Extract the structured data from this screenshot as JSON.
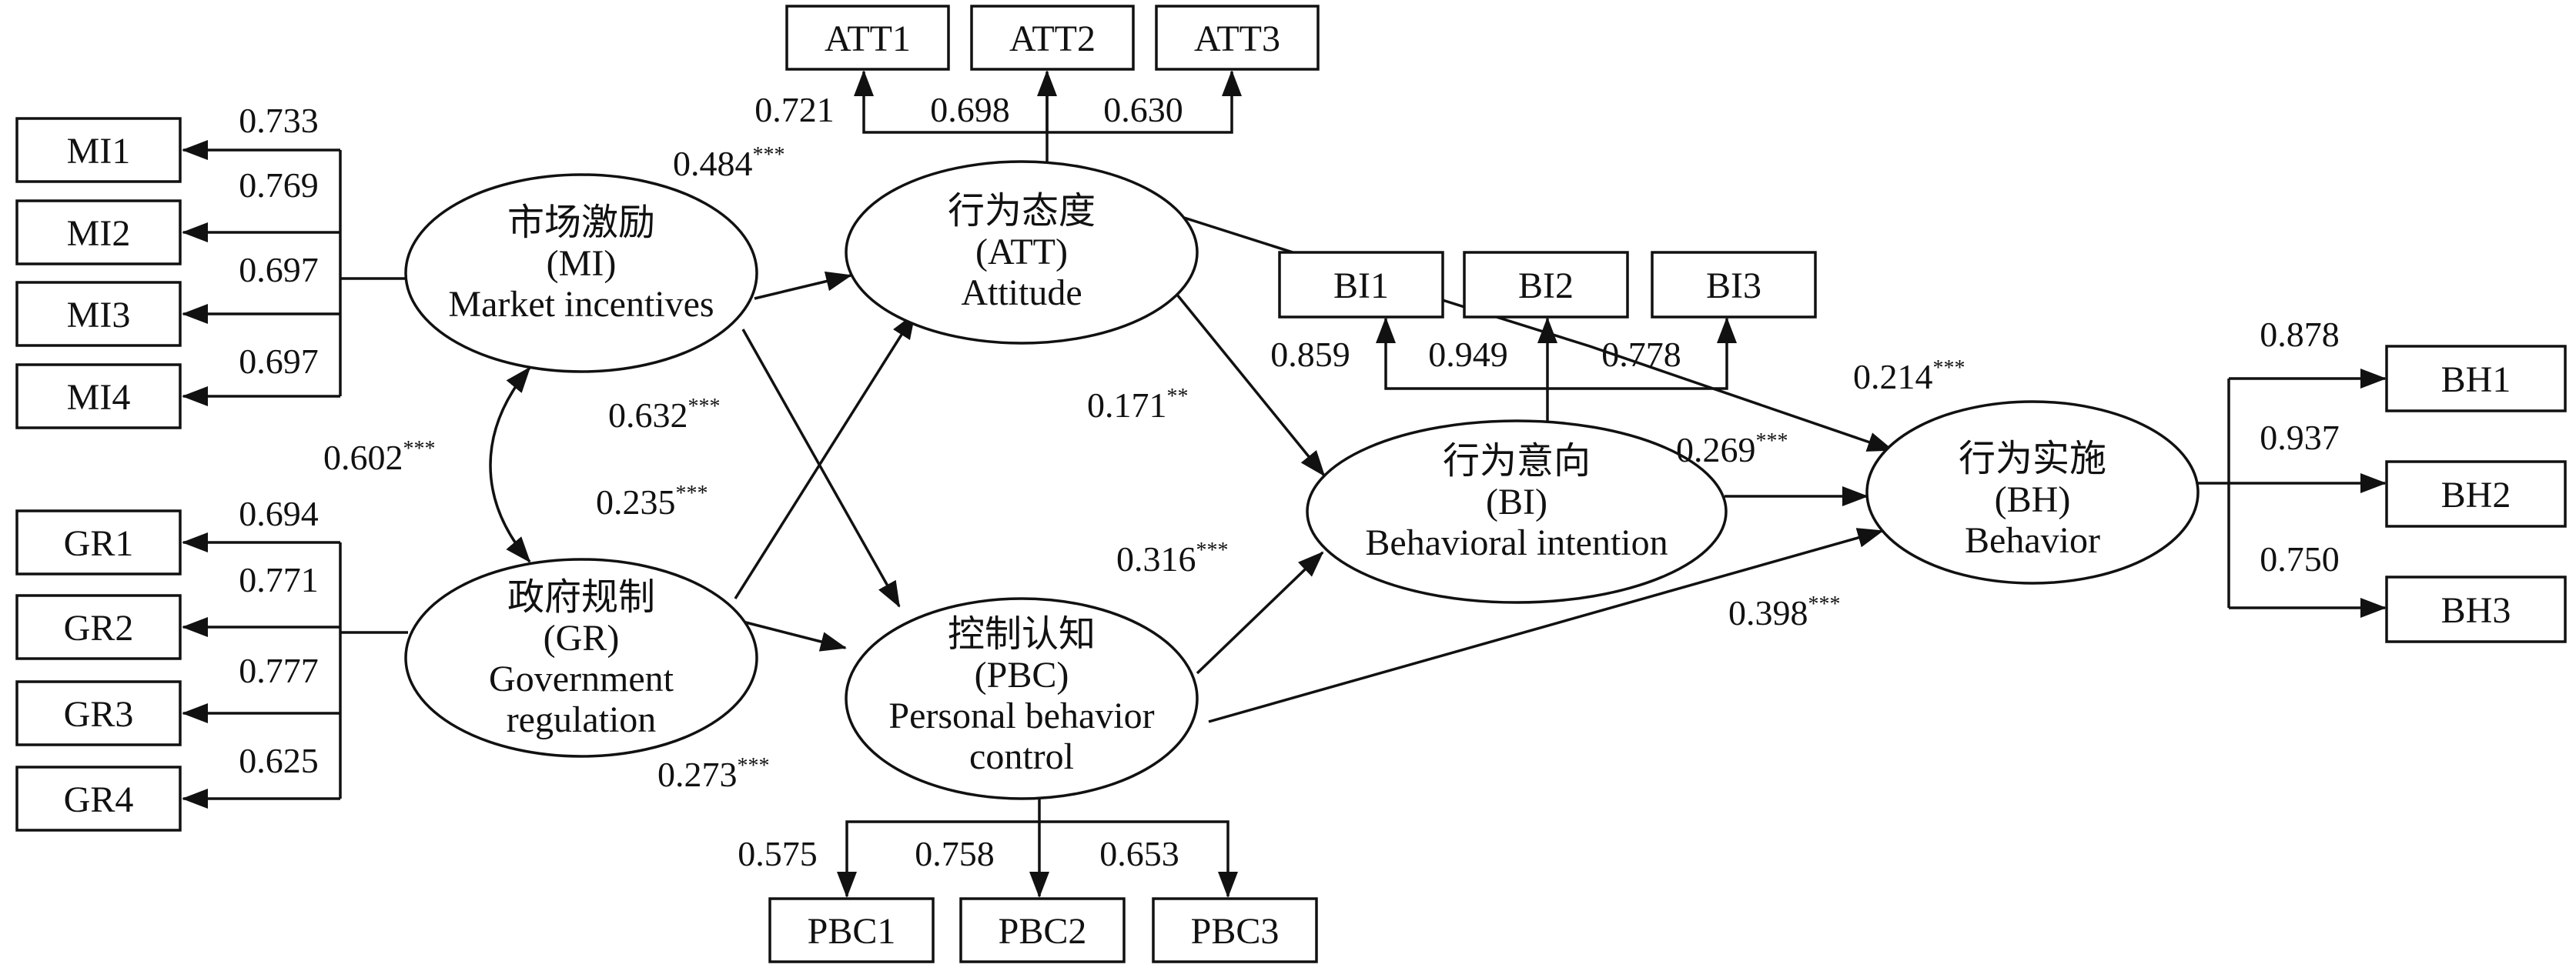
{
  "constructs": {
    "MI": {
      "zh": "市场激励",
      "abbr": "(MI)",
      "en": [
        "Market incentives"
      ]
    },
    "GR": {
      "zh": "政府规制",
      "abbr": "(GR)",
      "en": [
        "Government",
        "regulation"
      ]
    },
    "ATT": {
      "zh": "行为态度",
      "abbr": "(ATT)",
      "en": [
        "Attitude"
      ]
    },
    "PBC": {
      "zh": "控制认知",
      "abbr": "(PBC)",
      "en": [
        "Personal behavior",
        "control"
      ]
    },
    "BI": {
      "zh": "行为意向",
      "abbr": "(BI)",
      "en": [
        "Behavioral intention"
      ]
    },
    "BH": {
      "zh": "行为实施",
      "abbr": "(BH)",
      "en": [
        "Behavior"
      ]
    }
  },
  "indicators": {
    "MI": [
      {
        "label": "MI1",
        "loading": "0.733"
      },
      {
        "label": "MI2",
        "loading": "0.769"
      },
      {
        "label": "MI3",
        "loading": "0.697"
      },
      {
        "label": "MI4",
        "loading": "0.697"
      }
    ],
    "GR": [
      {
        "label": "GR1",
        "loading": "0.694"
      },
      {
        "label": "GR2",
        "loading": "0.771"
      },
      {
        "label": "GR3",
        "loading": "0.777"
      },
      {
        "label": "GR4",
        "loading": "0.625"
      }
    ],
    "ATT": [
      {
        "label": "ATT1",
        "loading": "0.721"
      },
      {
        "label": "ATT2",
        "loading": "0.698"
      },
      {
        "label": "ATT3",
        "loading": "0.630"
      }
    ],
    "PBC": [
      {
        "label": "PBC1",
        "loading": "0.575"
      },
      {
        "label": "PBC2",
        "loading": "0.758"
      },
      {
        "label": "PBC3",
        "loading": "0.653"
      }
    ],
    "BI": [
      {
        "label": "BI1",
        "loading": "0.859"
      },
      {
        "label": "BI2",
        "loading": "0.949"
      },
      {
        "label": "BI3",
        "loading": "0.778"
      }
    ],
    "BH": [
      {
        "label": "BH1",
        "loading": "0.878"
      },
      {
        "label": "BH2",
        "loading": "0.937"
      },
      {
        "label": "BH3",
        "loading": "0.750"
      }
    ]
  },
  "paths": [
    {
      "from": "MI",
      "to": "ATT",
      "coef": "0.484",
      "sig": "***"
    },
    {
      "from": "MI",
      "to": "PBC",
      "coef": "0.632",
      "sig": "***"
    },
    {
      "from": "GR",
      "to": "ATT",
      "coef": "0.235",
      "sig": "***"
    },
    {
      "from": "GR",
      "to": "PBC",
      "coef": "0.273",
      "sig": "***"
    },
    {
      "from": "ATT",
      "to": "BI",
      "coef": "0.171",
      "sig": "**"
    },
    {
      "from": "ATT",
      "to": "BH",
      "coef": "0.214",
      "sig": "***"
    },
    {
      "from": "PBC",
      "to": "BI",
      "coef": "0.316",
      "sig": "***"
    },
    {
      "from": "PBC",
      "to": "BH",
      "coef": "0.398",
      "sig": "***"
    },
    {
      "from": "BI",
      "to": "BH",
      "coef": "0.269",
      "sig": "***"
    }
  ],
  "covariance": {
    "between": [
      "MI",
      "GR"
    ],
    "coef": "0.602",
    "sig": "***"
  }
}
